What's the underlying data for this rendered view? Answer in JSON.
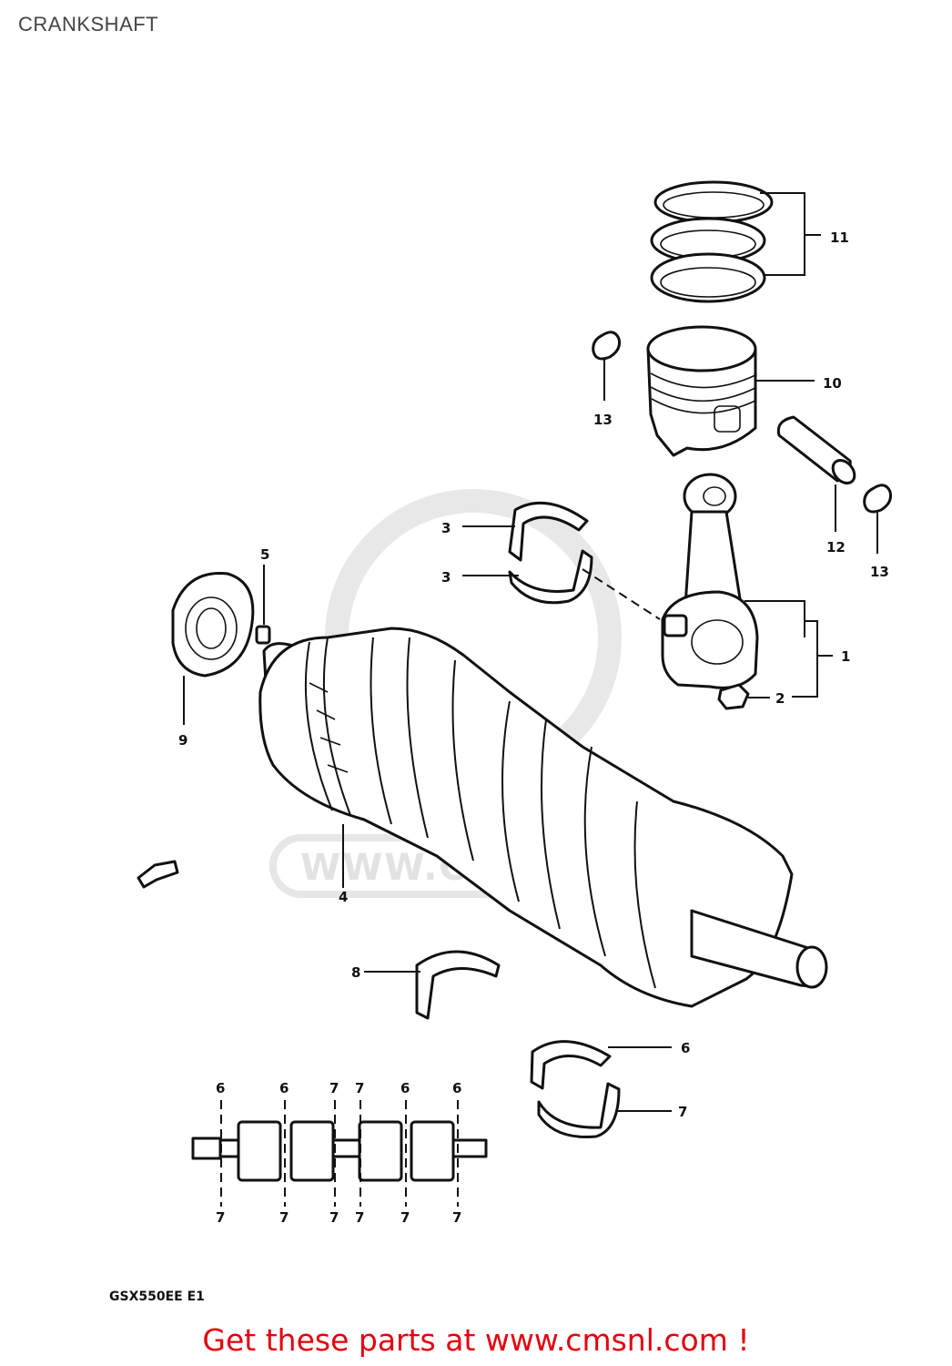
{
  "page": {
    "title": "CRANKSHAFT",
    "model_code": "GSX550EE E1",
    "watermark": "WWW.CMSNL.COM",
    "footer_link_text": "Get these parts at www.cmsnl.com !",
    "footer_color": "#e4000f"
  },
  "callouts": {
    "c1": "1",
    "c2": "2",
    "c3a": "3",
    "c3b": "3",
    "c4": "4",
    "c5": "5",
    "c6": "6",
    "c7": "7",
    "c8": "8",
    "c9": "9",
    "c10": "10",
    "c11": "11",
    "c12": "12",
    "c13a": "13",
    "c13b": "13"
  },
  "bearing_map": {
    "top_labels": [
      "6",
      "6",
      "7",
      "7",
      "6",
      "6"
    ],
    "bottom_labels": [
      "7",
      "7",
      "7",
      "7",
      "7",
      "7"
    ]
  }
}
